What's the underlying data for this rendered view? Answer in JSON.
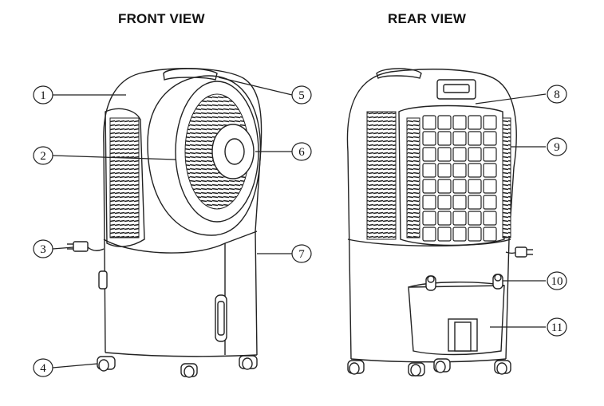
{
  "titles": {
    "front": "FRONT VIEW",
    "rear": "REAR VIEW"
  },
  "callouts": [
    "1",
    "2",
    "3",
    "4",
    "5",
    "6",
    "7",
    "8",
    "9",
    "10",
    "11"
  ]
}
